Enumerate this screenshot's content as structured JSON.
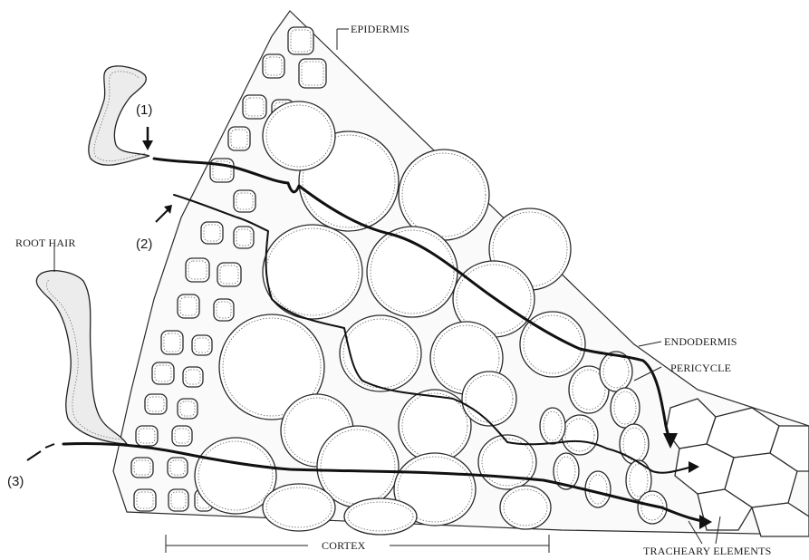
{
  "labels": {
    "epidermis": "EPIDERMIS",
    "root_hair": "ROOT HAIR",
    "endodermis": "ENDODERMIS",
    "pericycle": "PERICYCLE",
    "cortex": "CORTEX",
    "tracheary": "TRACHEARY ELEMENTS"
  },
  "pathways": {
    "p1": "(1)",
    "p2": "(2)",
    "p3": "(3)"
  }
}
